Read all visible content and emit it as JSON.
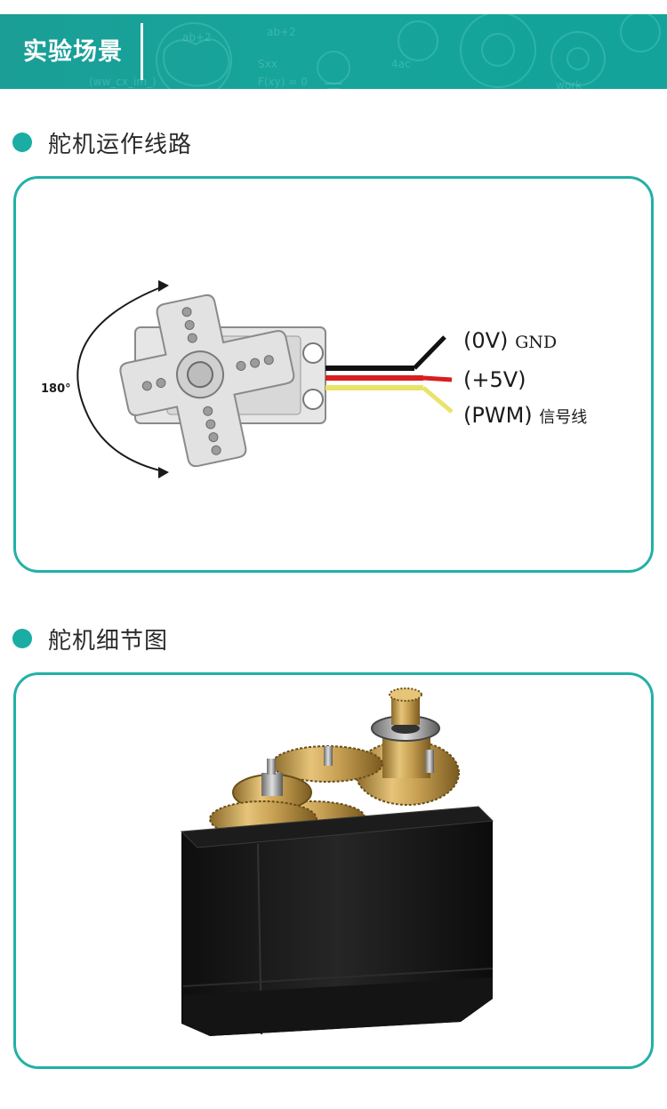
{
  "banner": {
    "title": "实验场景"
  },
  "section1": {
    "title": "舵机运作线路",
    "diagram": {
      "angle_label": "180°",
      "gnd_label": "(0V)",
      "gnd_suffix": "GND",
      "vcc_label": "(+5V)",
      "pwm_label": "(PWM)",
      "pwm_suffix": "信号线"
    },
    "colors": {
      "accent": "#19ada4",
      "wire_gnd": "#111111",
      "wire_vcc": "#d81e1e",
      "wire_pwm": "#e8e46a"
    }
  },
  "section2": {
    "title": "舵机细节图"
  }
}
